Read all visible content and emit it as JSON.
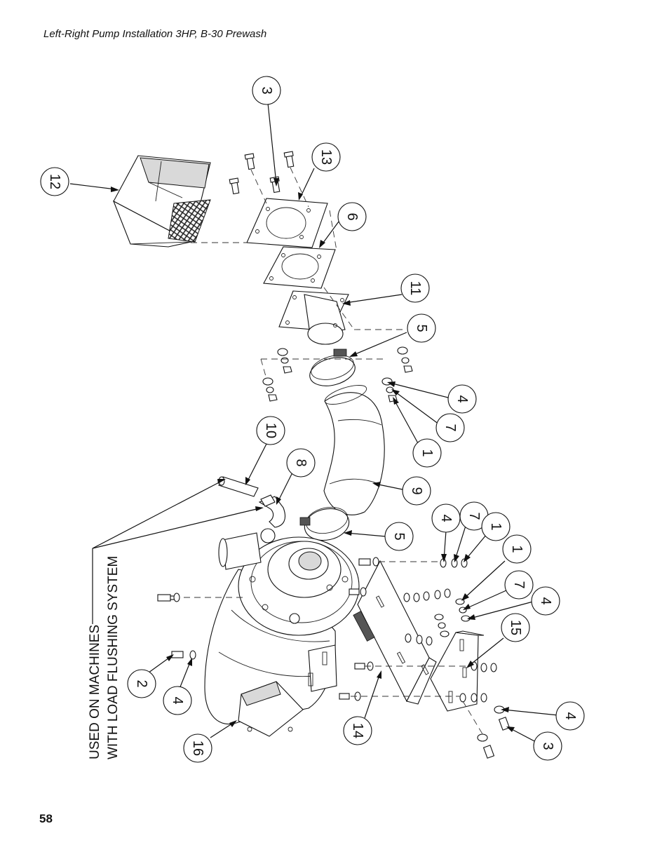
{
  "header": {
    "title": "Left-Right Pump Installation 3HP, B-30 Prewash"
  },
  "footer": {
    "page_number": "58"
  },
  "note": {
    "line1": "USED ON MACHINES",
    "line2": "WITH LOAD FLUSHING SYSTEM"
  },
  "callouts": [
    {
      "id": "c3a",
      "label": "3"
    },
    {
      "id": "c13",
      "label": "13"
    },
    {
      "id": "c12",
      "label": "12"
    },
    {
      "id": "c6",
      "label": "6"
    },
    {
      "id": "c11",
      "label": "11"
    },
    {
      "id": "c5a",
      "label": "5"
    },
    {
      "id": "c4a",
      "label": "4"
    },
    {
      "id": "c7a",
      "label": "7"
    },
    {
      "id": "c1a",
      "label": "1"
    },
    {
      "id": "c10",
      "label": "10"
    },
    {
      "id": "c8",
      "label": "8"
    },
    {
      "id": "c9",
      "label": "9"
    },
    {
      "id": "c5b",
      "label": "5"
    },
    {
      "id": "c4b",
      "label": "4"
    },
    {
      "id": "c7b",
      "label": "7"
    },
    {
      "id": "c1b",
      "label": "1"
    },
    {
      "id": "c1c",
      "label": "1"
    },
    {
      "id": "c7c",
      "label": "7"
    },
    {
      "id": "c4c",
      "label": "4"
    },
    {
      "id": "c15",
      "label": "15"
    },
    {
      "id": "c2",
      "label": "2"
    },
    {
      "id": "c4d",
      "label": "4"
    },
    {
      "id": "c16",
      "label": "16"
    },
    {
      "id": "c14",
      "label": "14"
    },
    {
      "id": "c4e",
      "label": "4"
    },
    {
      "id": "c3b",
      "label": "3"
    }
  ]
}
